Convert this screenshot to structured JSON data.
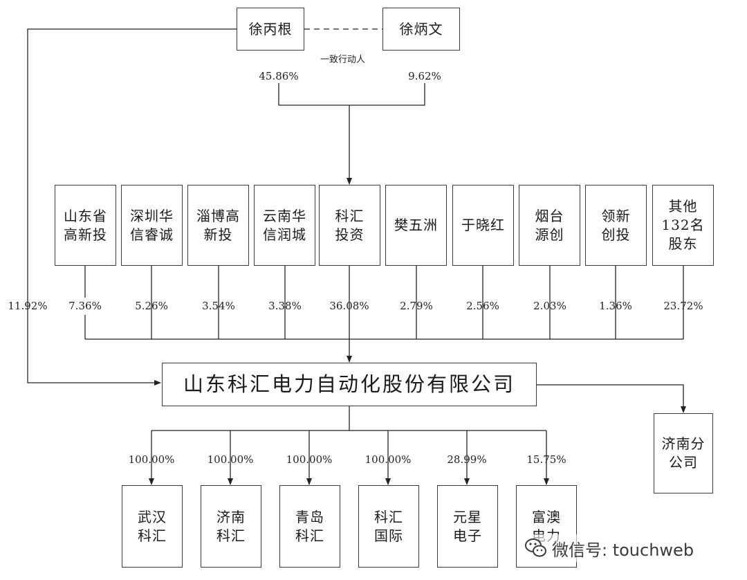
{
  "people": {
    "xu_binggen": "徐丙根",
    "xu_bingwen": "徐炳文",
    "concert_label": "一致行动人",
    "pct_binggen_to_kehui": "45.86%",
    "pct_bingwen_to_kehui": "9.62%",
    "pct_binggen_direct": "11.92%"
  },
  "shareholders": [
    {
      "name": "山东省\n高新投",
      "pct": "7.36%"
    },
    {
      "name": "深圳华\n信睿诚",
      "pct": "5.26%"
    },
    {
      "name": "淄博高\n新投",
      "pct": "3.54%"
    },
    {
      "name": "云南华\n信润城",
      "pct": "3.38%"
    },
    {
      "name": "科汇\n投资",
      "pct": "36.08%"
    },
    {
      "name": "樊五洲",
      "pct": "2.79%"
    },
    {
      "name": "于晓红",
      "pct": "2.56%"
    },
    {
      "name": "烟台\n源创",
      "pct": "2.03%"
    },
    {
      "name": "领新\n创投",
      "pct": "1.36%"
    },
    {
      "name": "其他\n132名\n股东",
      "pct": "23.72%"
    }
  ],
  "company": "山东科汇电力自动化股份有限公司",
  "branch": "济南分\n公司",
  "subsidiaries": [
    {
      "name": "武汉\n科汇",
      "pct": "100.00%"
    },
    {
      "name": "济南\n科汇",
      "pct": "100.00%"
    },
    {
      "name": "青岛\n科汇",
      "pct": "100.00%"
    },
    {
      "name": "科汇\n国际",
      "pct": "100.00%"
    },
    {
      "name": "元星\n电子",
      "pct": "28.99%"
    },
    {
      "name": "富澳\n电力",
      "pct": "15.75%"
    }
  ],
  "watermark": "微信号: touchweb",
  "colors": {
    "line": "#222222",
    "box_border": "#3a3a3a"
  }
}
